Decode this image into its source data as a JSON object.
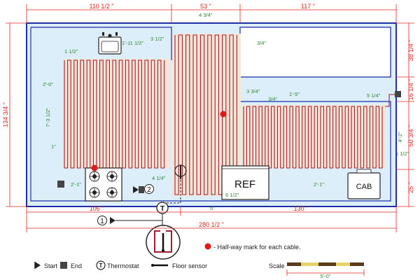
{
  "dimensions": {
    "top": [
      "110 1/2 \"",
      "53 \"",
      "117 \""
    ],
    "bottom_left": "106 \"",
    "bottom_right": "130 \"",
    "overall_bottom": "280 1/2 \"",
    "overall_left": "134 3/4 \"",
    "right": [
      "38 1/4 \"",
      "16 1/4 \"",
      "50 3/4 \"",
      "25 \""
    ],
    "inner": {
      "d_4_3_4": "4 3/4\"",
      "d_3_1_2": "3 1/2\"",
      "d_1_11_1_2": "1'-11 1/2\"",
      "d_3_4_top": "3/4\"",
      "d_1_1_2": "1 1/2\"",
      "d_2_0": "2'-0\"",
      "d_7_3_1_2": "7'-3 1/2\"",
      "d_1": "1\"",
      "d_3_3_4": "3 3/4\"",
      "d_3_4_mid": "3/4\"",
      "d_1_5": "1'-5\"",
      "d_5_1_4": "5 1/4\"",
      "d_4_2": "4'-2\"",
      "d_1_1_2_right": "1 1/2\"",
      "d_4_1_4": "4 1/4\"",
      "d_6_1_2": "6 1/2\"",
      "d_5": "5\"",
      "d_2_1_left": "2'-1\"",
      "d_2_1_right": "2'-1\""
    }
  },
  "appliances": {
    "refrigerator": "REF",
    "cabinet": "CAB"
  },
  "markers": {
    "start_number": "1",
    "end_number": "2"
  },
  "legend": {
    "halfway": "- Half-way mark for each cable.",
    "start": "Start",
    "end": "End",
    "thermostat_symbol": "T",
    "thermostat": "Thermostat",
    "floor_sensor": "Floor sensor"
  },
  "scale": {
    "label": "Scale",
    "length": "5'-0\""
  },
  "colors": {
    "wall": "#1f2fa8",
    "floor": "#ddeefb",
    "cable": "#a41b2f",
    "dimension": "#e0261f",
    "inner_dimension": "#2c8a2c",
    "halfway_mark": "#e01919",
    "heated_mat": "#f6e6d6"
  }
}
